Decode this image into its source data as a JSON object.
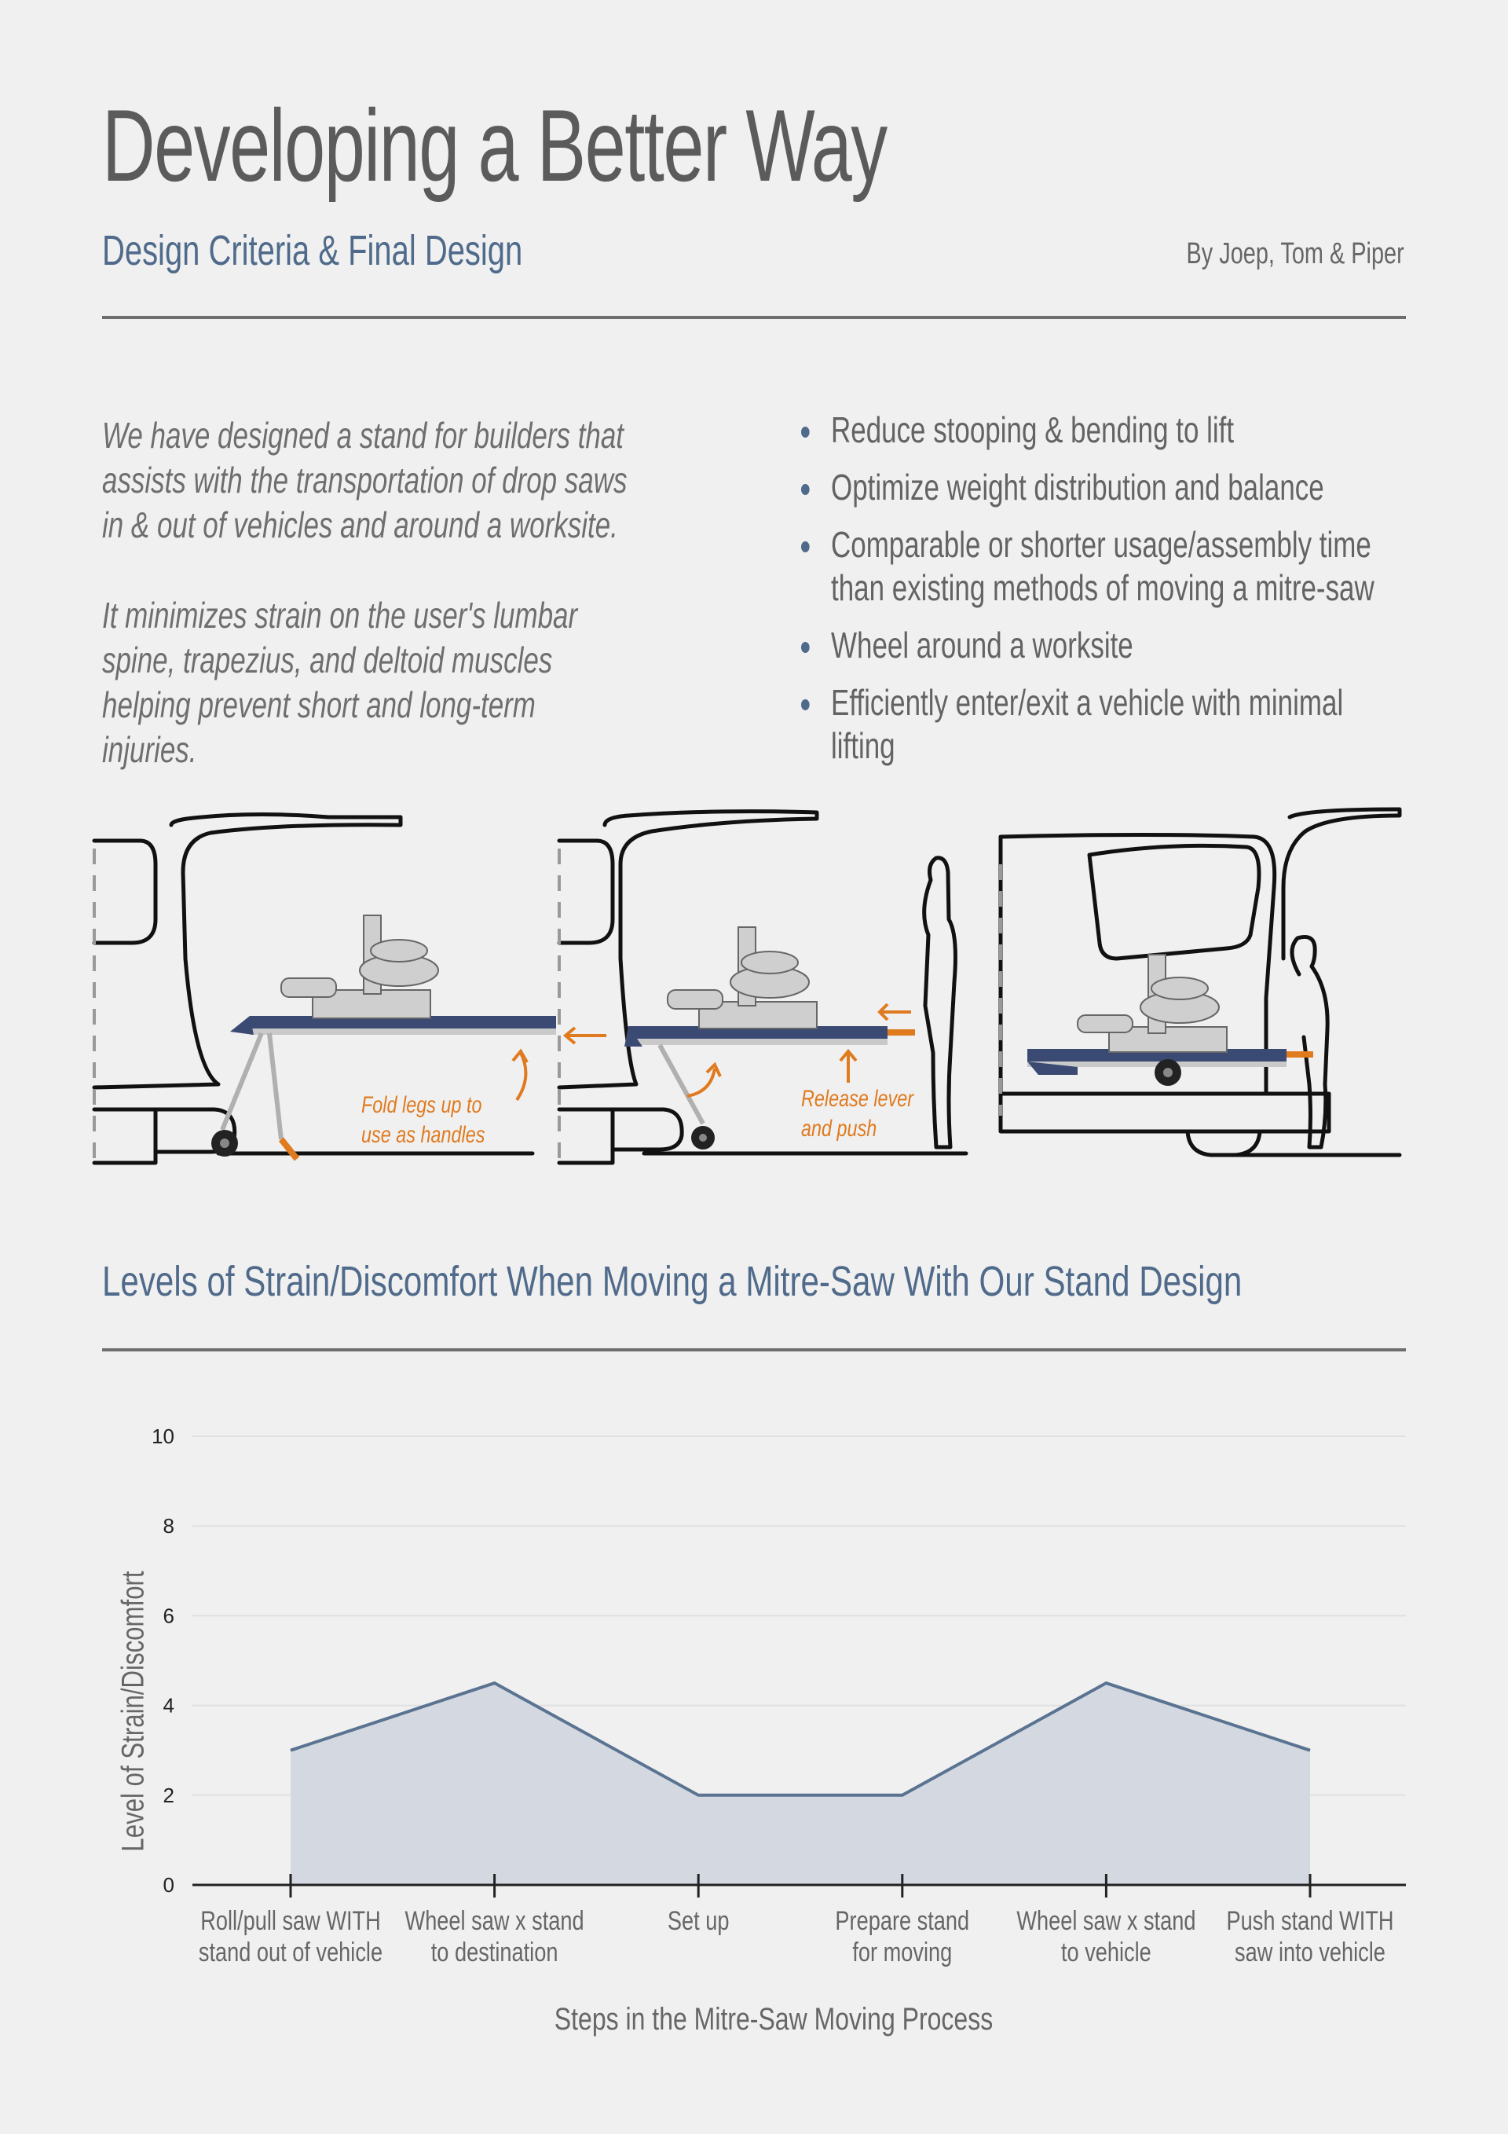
{
  "header": {
    "title": "Developing a Better Way",
    "subtitle": "Design Criteria & Final Design",
    "authors": "By Joep, Tom & Piper"
  },
  "intro": {
    "paragraph_1": "We have designed a stand for builders that assists with the transportation of drop saws in & out of vehicles and around a worksite.",
    "paragraph_2": "It minimizes strain on the user's lumbar spine, trapezius, and deltoid muscles helping prevent short and long-term injuries."
  },
  "criteria": [
    "Reduce stooping & bending to lift",
    "Optimize weight distribution and balance",
    "Comparable or shorter usage/assembly time than existing methods of moving a mitre-saw",
    "Wheel around a worksite",
    "Efficiently enter/exit a vehicle with minimal lifting"
  ],
  "illustrations": {
    "panel_1_note": [
      "Fold legs up to",
      "use as handles"
    ],
    "panel_2_note": [
      "Release lever",
      "and push"
    ]
  },
  "colors": {
    "background": "#f0f0f0",
    "title_gray": "#5b5b5b",
    "accent_blue": "#4f6a8a",
    "orange": "#e07a1f",
    "line": "#5a7391",
    "area_fill": "#d3d8e1"
  },
  "chart_data": {
    "type": "area",
    "title": "Levels of Strain/Discomfort When Moving a Mitre-Saw With Our Stand Design",
    "xlabel": "Steps in the Mitre-Saw Moving Process",
    "ylabel": "Level of Strain/Discomfort",
    "categories": [
      [
        "Roll/pull saw WITH",
        "stand out of vehicle"
      ],
      [
        "Wheel saw x stand",
        "to destination"
      ],
      [
        "Set up"
      ],
      [
        "Prepare stand",
        "for moving"
      ],
      [
        "Wheel saw x stand",
        "to vehicle"
      ],
      [
        "Push stand WITH",
        "saw into vehicle"
      ]
    ],
    "values": [
      3,
      4.5,
      2,
      2,
      4.5,
      3
    ],
    "ylim": [
      0,
      10
    ],
    "yticks": [
      0,
      2,
      4,
      6,
      8,
      10
    ],
    "grid": true,
    "legend": "none"
  }
}
